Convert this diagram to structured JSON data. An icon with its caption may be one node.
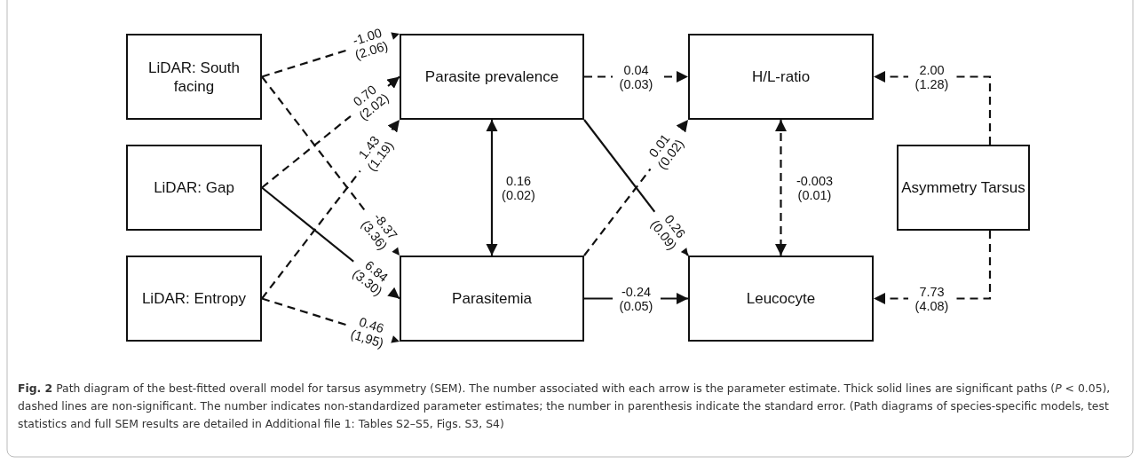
{
  "diagram": {
    "caption": "**Fig. 2** Path diagram of the best-fitted overall model for tarsus asymmetry (SEM). The number associated with each arrow is the parameter estimate. Thick solid lines are significant paths (*P* < 0.05), dashed lines are non-significant. The number indicates non-standardized parameter estimates; the number in parenthesis indicate the standard error. (Path diagrams of species-specific models, test statistics and full SEM results are detailed in Additional file 1: Tables S2–S5, Figs. S3, S4)",
    "nodes": [
      {
        "text": [
          "LiDAR: South facing"
        ]
      },
      {
        "text": [
          "LiDAR: Gap"
        ]
      },
      {
        "text": [
          "LiDAR: Entropy"
        ]
      },
      {
        "text": [
          "Parasite prevalence"
        ]
      },
      {
        "text": [
          "Parasitemia"
        ]
      },
      {
        "text": [
          "H/L-ratio"
        ]
      },
      {
        "text": [
          "Leucocyte"
        ]
      },
      {
        "text": [
          "Asymmetry Tarsus"
        ]
      }
    ],
    "edges": [
      {
        "from": 0,
        "to": 3,
        "arrow": "to",
        "label": "-1.00 (2.06)",
        "style": "dashed"
      },
      {
        "from": 0,
        "to": 4,
        "arrow": "to",
        "label": "-8.37 (3.36)",
        "style": "dashed"
      },
      {
        "from": 1,
        "to": 3,
        "arrow": "to",
        "label": "0.70 (2.02)",
        "style": "dashed"
      },
      {
        "from": 1,
        "to": 4,
        "arrow": "to",
        "label": "6.84 (3.30)"
      },
      {
        "from": 2,
        "to": 3,
        "arrow": "to",
        "label": "1.43 (1.19)",
        "style": "dashed"
      },
      {
        "from": 2,
        "to": 4,
        "arrow": "to",
        "label": "0.46 (1,95)",
        "style": "dashed"
      },
      {
        "from": 3,
        "to": 4,
        "arrow": "both",
        "label": "0.16 (0.02)"
      },
      {
        "from": 3,
        "to": 5,
        "arrow": "to",
        "label": "0.04 (0.03)",
        "style": "dashed"
      },
      {
        "from": 4,
        "to": 5,
        "arrow": "to",
        "label": "0.01 (0.02)",
        "style": "dashed"
      },
      {
        "from": 3,
        "to": 6,
        "arrow": "to",
        "label": "0.26 (0.09)"
      },
      {
        "from": 4,
        "to": 6,
        "arrow": "to",
        "label": "-0.24 (0.05)"
      },
      {
        "from": 5,
        "to": 6,
        "arrow": "both",
        "label": "-0.003 (0.01)",
        "style": "dashed"
      },
      {
        "from": 7,
        "to": 5,
        "arrow": "to",
        "label": "2.00 (1.28)",
        "style": "dashed"
      },
      {
        "from": 7,
        "to": 6,
        "arrow": "to",
        "label": "7.73 (4.08)",
        "style": "dashed"
      }
    ]
  }
}
